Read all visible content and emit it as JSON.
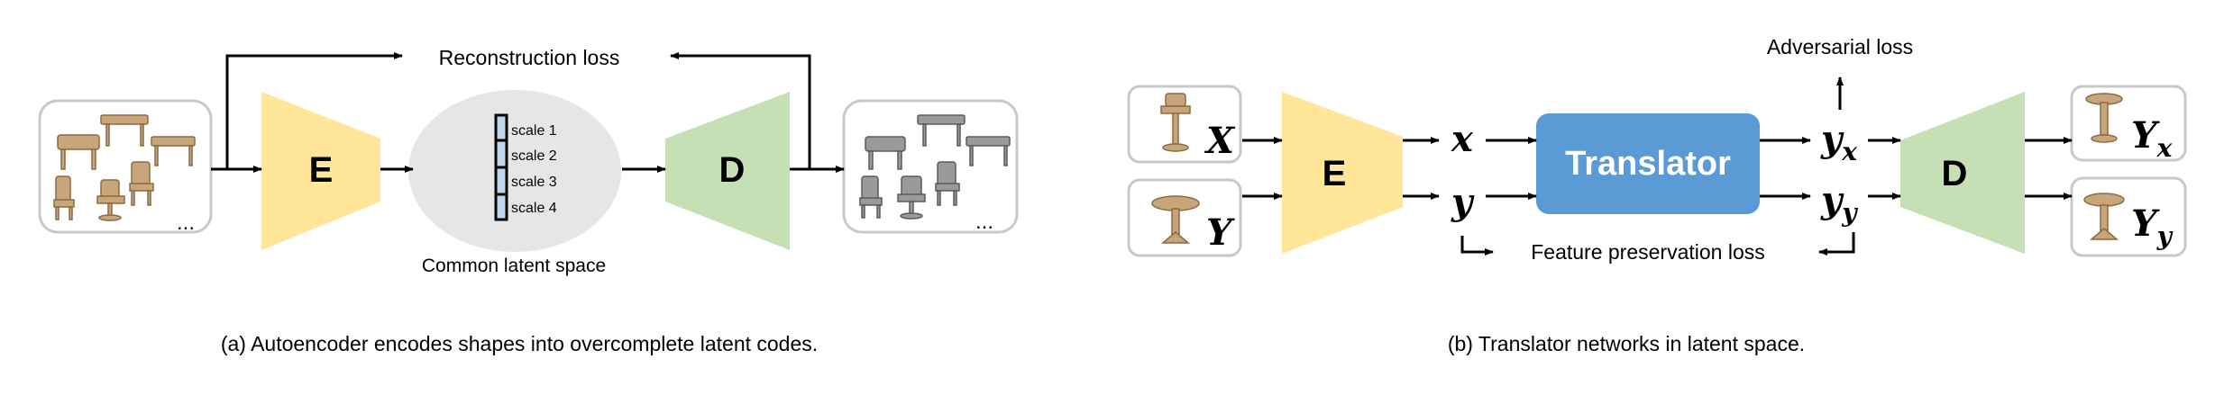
{
  "left": {
    "encoder_label": "E",
    "decoder_label": "D",
    "top_loss": "Reconstruction loss",
    "latent_caption": "Common latent space",
    "scales": [
      "scale 1",
      "scale 2",
      "scale 3",
      "scale 4"
    ],
    "input_ellipsis": "...",
    "output_ellipsis": "...",
    "caption": "(a) Autoencoder encodes shapes into overcomplete latent codes."
  },
  "right": {
    "encoder_label": "E",
    "decoder_label": "D",
    "translator_label": "Translator",
    "adversarial_loss": "Adversarial loss",
    "feature_loss": "Feature preservation loss",
    "input_X": "X",
    "input_Y": "Y",
    "latent_x": "x",
    "latent_y": "y",
    "translated_x": "y",
    "translated_x_sub": "x",
    "translated_y": "y",
    "translated_y_sub": "y",
    "output_Yx": "Y",
    "output_Yx_sub": "x",
    "output_Yy": "Y",
    "output_Yy_sub": "y",
    "caption": "(b) Translator networks in latent space."
  },
  "colors": {
    "encoder": "#FFE699",
    "decoder": "#C5E0B4",
    "translator": "#5B9BD5",
    "latent": "#E6E6E6",
    "scale_fill": "#BDD7EE",
    "shape_wood": "#C9A57A",
    "shape_grey": "#9A9A9A"
  }
}
